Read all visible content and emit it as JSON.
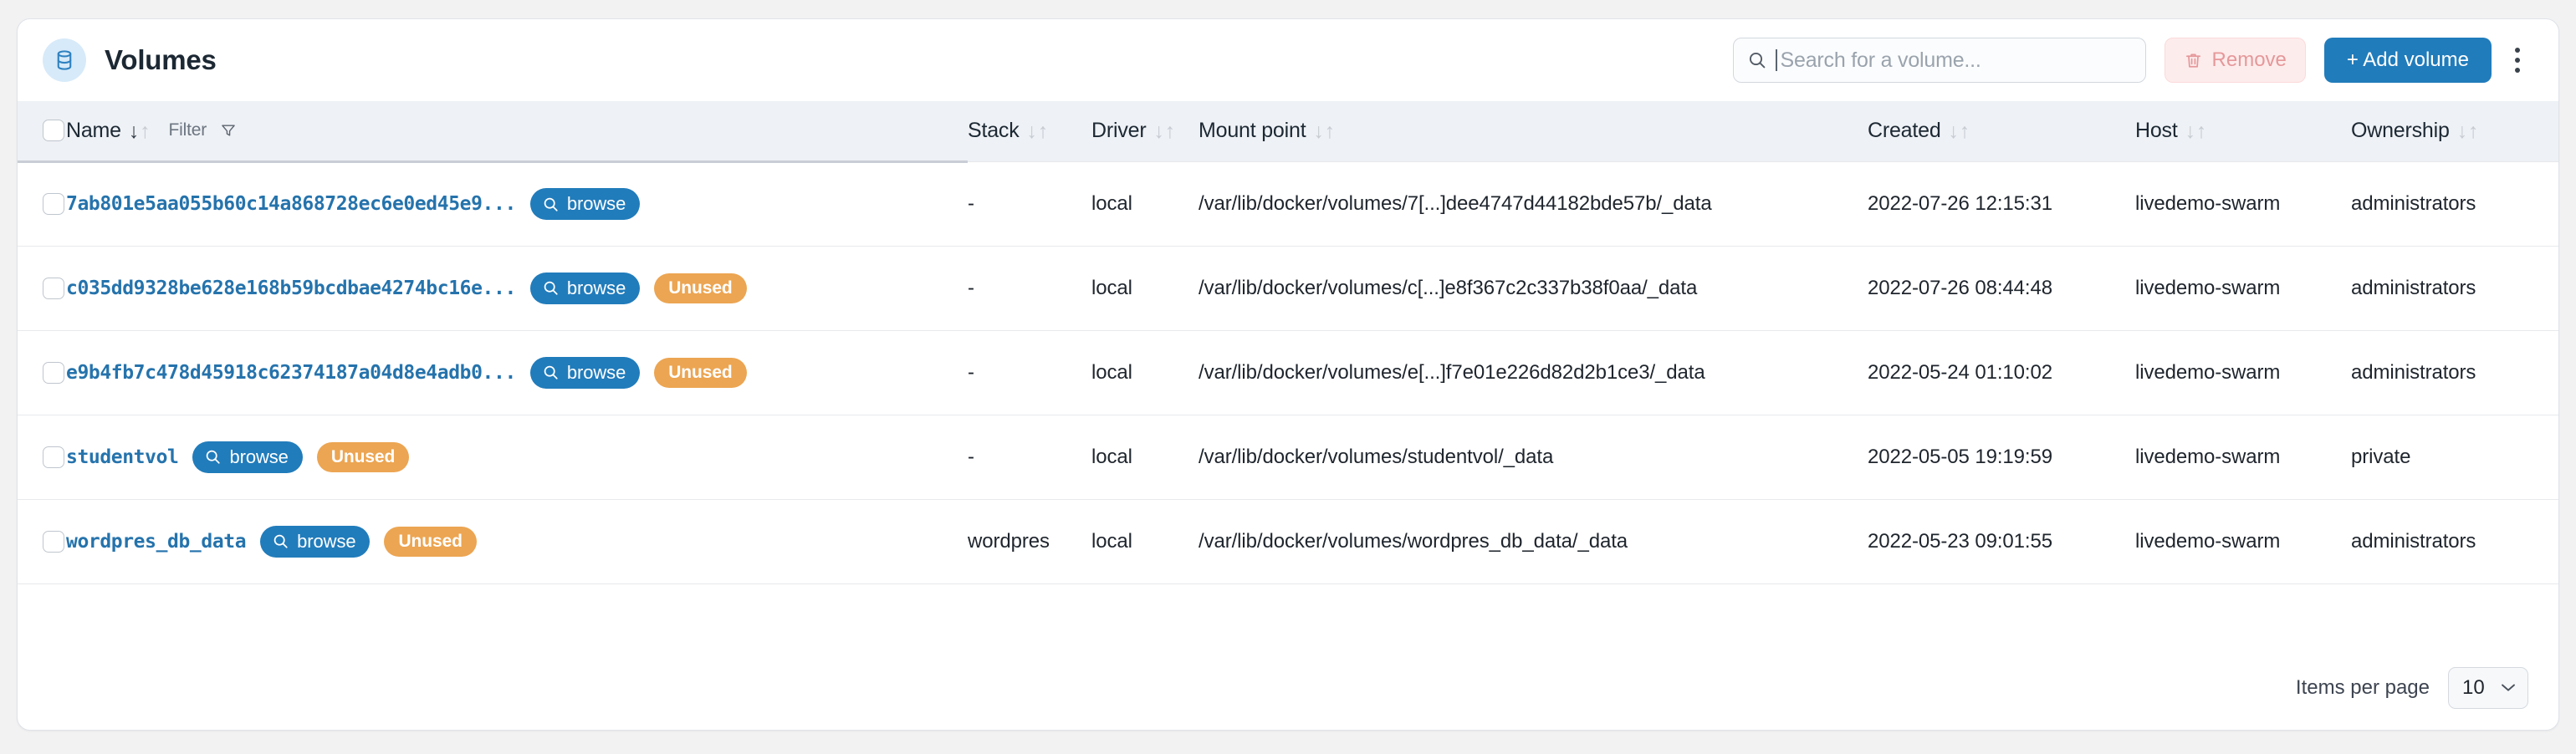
{
  "header": {
    "title": "Volumes",
    "icon": "database-volume-icon",
    "search": {
      "placeholder": "Search for a volume...",
      "value": "",
      "icon": "search-icon"
    },
    "remove_button": {
      "label": "Remove",
      "icon": "trash-icon",
      "disabled": true
    },
    "add_button": {
      "label": "+ Add volume"
    },
    "menu_icon": "kebab-menu-icon"
  },
  "table": {
    "columns": [
      {
        "key": "name",
        "label": "Name",
        "sortable": true,
        "sorted": "asc"
      },
      {
        "key": "stack",
        "label": "Stack",
        "sortable": true
      },
      {
        "key": "driver",
        "label": "Driver",
        "sortable": true
      },
      {
        "key": "mount",
        "label": "Mount point",
        "sortable": true
      },
      {
        "key": "created",
        "label": "Created",
        "sortable": true
      },
      {
        "key": "host",
        "label": "Host",
        "sortable": true
      },
      {
        "key": "ownership",
        "label": "Ownership",
        "sortable": true
      }
    ],
    "filter": {
      "label": "Filter",
      "icon": "funnel-icon"
    },
    "browse_label": "browse",
    "unused_label": "Unused",
    "rows": [
      {
        "name": "7ab801e5aa055b60c14a868728ec6e0ed45e9...",
        "unused": false,
        "stack": "-",
        "driver": "local",
        "mount": "/var/lib/docker/volumes/7[...]dee4747d44182bde57b/_data",
        "created": "2022-07-26 12:15:31",
        "host": "livedemo-swarm",
        "ownership": "administrators"
      },
      {
        "name": "c035dd9328be628e168b59bcdbae4274bc16e...",
        "unused": true,
        "stack": "-",
        "driver": "local",
        "mount": "/var/lib/docker/volumes/c[...]e8f367c2c337b38f0aa/_data",
        "created": "2022-07-26 08:44:48",
        "host": "livedemo-swarm",
        "ownership": "administrators"
      },
      {
        "name": "e9b4fb7c478d45918c62374187a04d8e4adb0...",
        "unused": true,
        "stack": "-",
        "driver": "local",
        "mount": "/var/lib/docker/volumes/e[...]f7e01e226d82d2b1ce3/_data",
        "created": "2022-05-24 01:10:02",
        "host": "livedemo-swarm",
        "ownership": "administrators"
      },
      {
        "name": "studentvol",
        "unused": true,
        "stack": "-",
        "driver": "local",
        "mount": "/var/lib/docker/volumes/studentvol/_data",
        "created": "2022-05-05 19:19:59",
        "host": "livedemo-swarm",
        "ownership": "private"
      },
      {
        "name": "wordpres_db_data",
        "unused": true,
        "stack": "wordpres",
        "driver": "local",
        "mount": "/var/lib/docker/volumes/wordpres_db_data/_data",
        "created": "2022-05-23 09:01:55",
        "host": "livedemo-swarm",
        "ownership": "administrators"
      }
    ]
  },
  "footer": {
    "items_per_page_label": "Items per page",
    "items_per_page_value": "10",
    "chevron_icon": "chevron-down-icon"
  },
  "colors": {
    "primary": "#217cbb",
    "link": "#2573ac",
    "warning": "#eca552",
    "danger_bg": "#fdecec",
    "danger_text": "#e5989a",
    "header_bg": "#eef1f5",
    "page_bg": "#f2f2f2"
  }
}
